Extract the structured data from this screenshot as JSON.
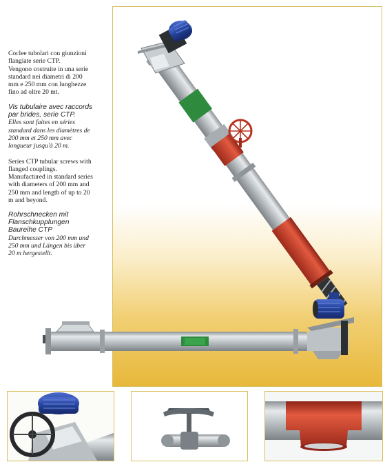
{
  "text": {
    "it": [
      "Coclee tubolari con giunzioni",
      "flangiate serie CTP.",
      "Vengono costruite in una serie",
      "standard nei diametri di 200",
      "mm e 250 mm con lunghezze",
      "fino ad oltre 20 mt."
    ],
    "fr_title": [
      "Vis tubulaire avec raccords",
      "par brides, serie  CTP."
    ],
    "fr_body": [
      "Elles sont faites en séries",
      "standard dans les diamètres de",
      "200 mm et 250 mm avec",
      "longueur jusqu'à 20 m."
    ],
    "en": [
      "Series CTP tubular screws with",
      "flanged  couplings.",
      "Manufactured in standard series",
      "with diameters of 200 mm and",
      "250 mm and length of up to 20",
      "m and beyond."
    ],
    "de_title": [
      "Rohrschnecken mit",
      "Flanschkupplungen",
      "Baureihe CTP"
    ],
    "de_body": [
      "Durchmesser von 200 mm und",
      "250 mm und Längen bis über",
      "20 m hergestellt."
    ]
  },
  "colors": {
    "frame": "#d8c060",
    "background_gold": "#e8b83a",
    "tube_steel": "#c4c9cc",
    "inspection_window_green": "#2e8b3e",
    "coupling_red": "#c53a27",
    "motor_blue": "#2a4a9c"
  },
  "illustrations": [
    "inclined-screw-conveyor",
    "horizontal-screw-conveyor",
    "motor-drive-detail",
    "hanger-bearing-detail",
    "red-flange-coupling-detail"
  ]
}
